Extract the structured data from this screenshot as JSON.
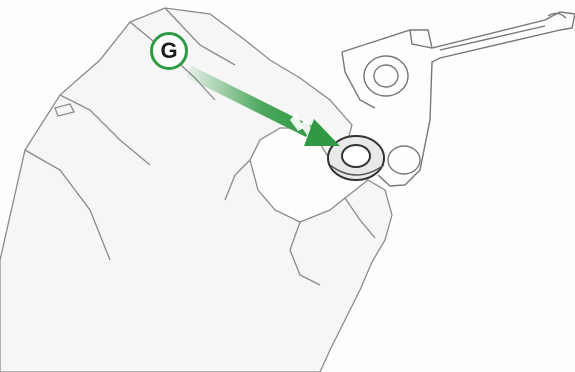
{
  "callout": {
    "letter": "G",
    "color": "#2f9a43"
  },
  "icons": [
    "hand-sketch",
    "bushing-washer",
    "bracket-part",
    "direction-arrow"
  ]
}
